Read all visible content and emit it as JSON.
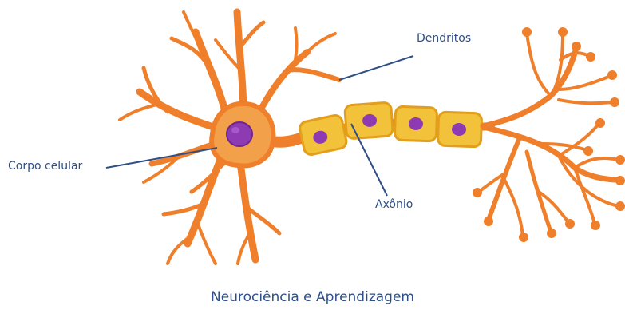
{
  "labels": {
    "dendrites": "Dendritos",
    "cell_body": "Corpo celular",
    "axon": "Axônio"
  },
  "caption": "Neurociência e Aprendizagem",
  "colors": {
    "neuron": "#ef7f2a",
    "soma": "#f3a04a",
    "nucleus": "#8e3ab3",
    "myelin": "#f2c23a",
    "myelin_edge": "#e39e1c",
    "label_text": "#2f4f86",
    "leader_line": "#2f4f86"
  }
}
